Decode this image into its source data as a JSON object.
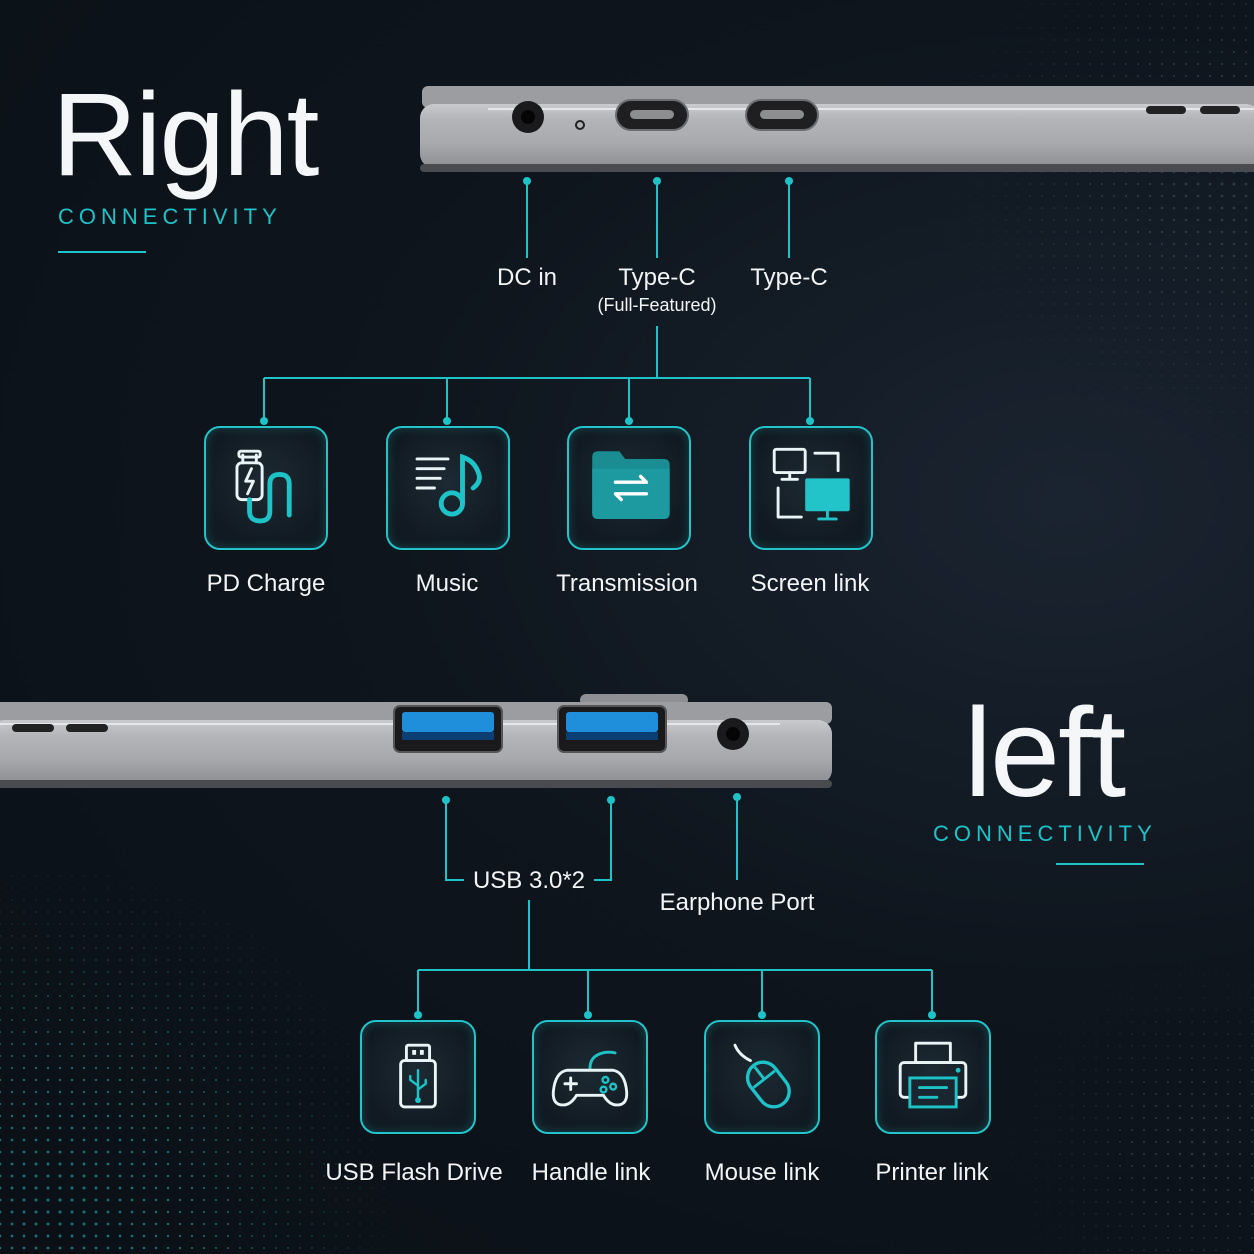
{
  "right": {
    "title": "Right",
    "subtitle": "CONNECTIVITY",
    "ports": [
      {
        "label": "DC in"
      },
      {
        "label": "Type-C",
        "note": "(Full-Featured)"
      },
      {
        "label": "Type-C"
      }
    ],
    "features": [
      {
        "label": "PD Charge",
        "icon": "charging-cable-icon"
      },
      {
        "label": "Music",
        "icon": "music-note-icon"
      },
      {
        "label": "Transmission",
        "icon": "folder-transfer-icon"
      },
      {
        "label": "Screen link",
        "icon": "screen-mirroring-icon"
      }
    ]
  },
  "left": {
    "title": "left",
    "subtitle": "CONNECTIVITY",
    "ports": [
      {
        "label": "USB 3.0*2"
      },
      {
        "label": "Earphone Port"
      }
    ],
    "features": [
      {
        "label": "USB Flash Drive",
        "icon": "usb-drive-icon"
      },
      {
        "label": "Handle link",
        "icon": "gamepad-icon"
      },
      {
        "label": "Mouse link",
        "icon": "mouse-icon"
      },
      {
        "label": "Printer link",
        "icon": "printer-icon"
      }
    ]
  },
  "colors": {
    "accent": "#1ec3c8",
    "background": "#0c1219",
    "text": "#f2f4f6"
  }
}
